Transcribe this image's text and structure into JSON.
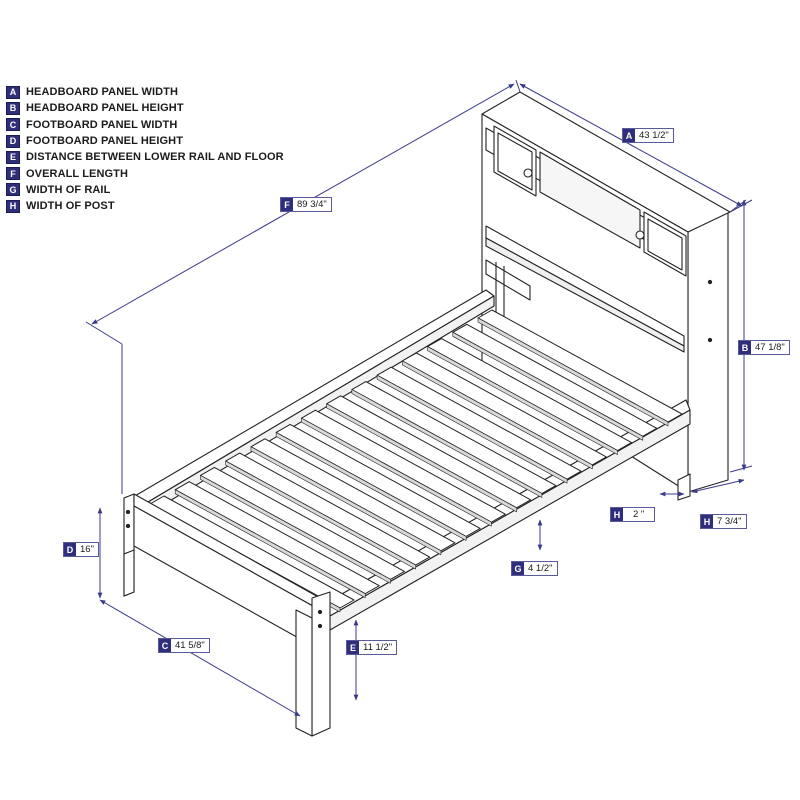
{
  "legend": [
    {
      "key": "A",
      "label": "HEADBOARD PANEL WIDTH"
    },
    {
      "key": "B",
      "label": "HEADBOARD PANEL HEIGHT"
    },
    {
      "key": "C",
      "label": "FOOTBOARD PANEL WIDTH"
    },
    {
      "key": "D",
      "label": "FOOTBOARD PANEL HEIGHT"
    },
    {
      "key": "E",
      "label": "DISTANCE BETWEEN LOWER RAIL AND FLOOR"
    },
    {
      "key": "F",
      "label": "OVERALL LENGTH"
    },
    {
      "key": "G",
      "label": "WIDTH OF RAIL"
    },
    {
      "key": "H",
      "label": "WIDTH OF POST"
    }
  ],
  "dimensions": {
    "A": {
      "key": "A",
      "value": "43 1/2\""
    },
    "B": {
      "key": "B",
      "value": "47 1/8\""
    },
    "C": {
      "key": "C",
      "value": "41 5/8\""
    },
    "D": {
      "key": "D",
      "value": "16\""
    },
    "E": {
      "key": "E",
      "value": "11 1/2\""
    },
    "F": {
      "key": "F",
      "value": "89 3/4\""
    },
    "G": {
      "key": "G",
      "value": "4 1/2\""
    },
    "H1": {
      "key": "H",
      "value": "2 \""
    },
    "H2": {
      "key": "H",
      "value": "7 3/4\""
    }
  },
  "colors": {
    "dimension_line": "#3a3a8a",
    "key_fill": "#2e2e7a",
    "drawing_stroke": "#222222"
  }
}
